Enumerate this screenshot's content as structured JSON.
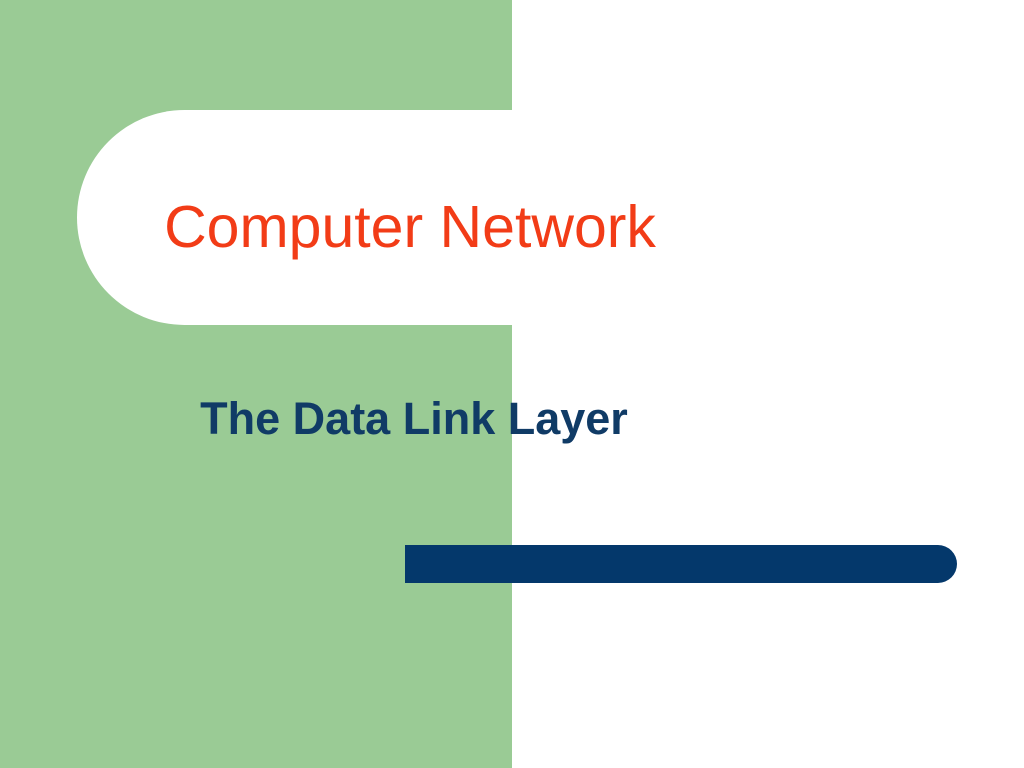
{
  "slide": {
    "title": "Computer Network",
    "subtitle": "The Data Link Layer",
    "colors": {
      "panel_green": "#9acb95",
      "title_red": "#f23c17",
      "subtitle_navy": "#103b66",
      "accent_bar_navy": "#04386b",
      "background_white": "#ffffff"
    },
    "shapes": {
      "title_banner_name": "white-rounded-banner",
      "accent_bar_name": "navy-accent-bar",
      "green_panel_name": "green-side-panel"
    }
  }
}
